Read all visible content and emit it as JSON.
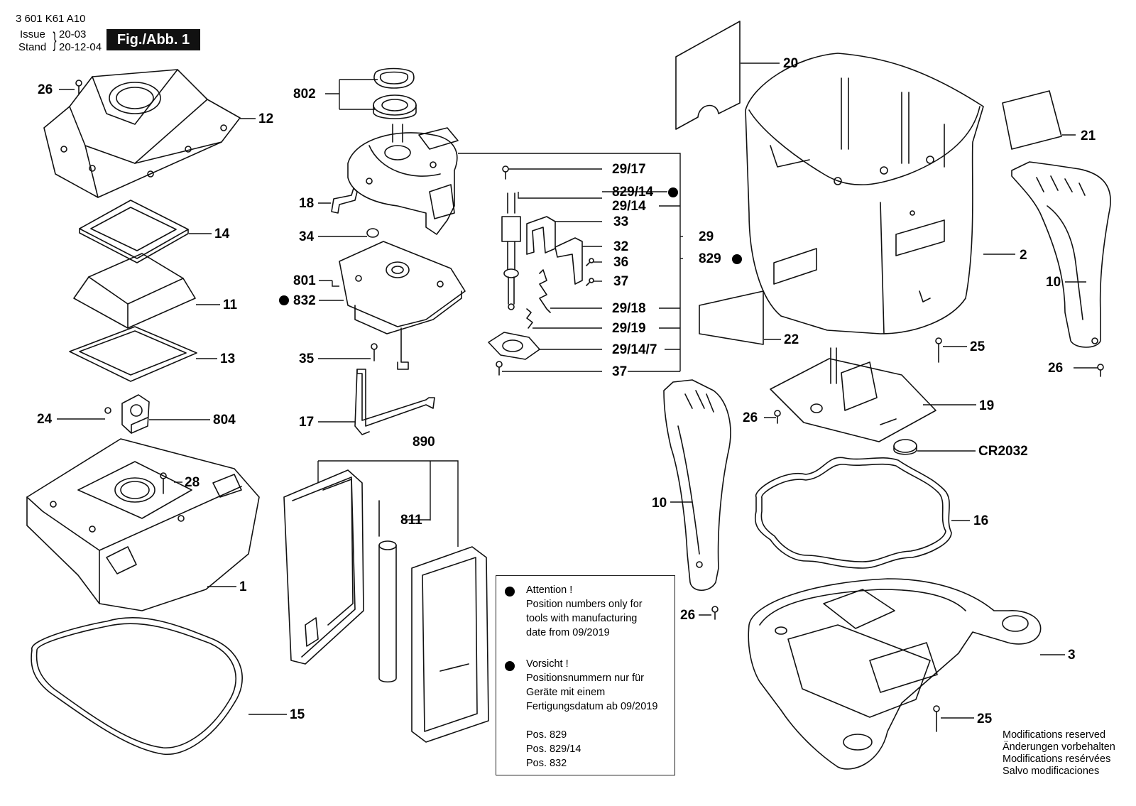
{
  "header": {
    "part_number": "3 601 K61 A10",
    "issue_label": "Issue",
    "issue_value": "20-03",
    "stand_label": "Stand",
    "stand_value": "20-12-04",
    "figure": "Fig./Abb. 1"
  },
  "labels": {
    "l26a": "26",
    "l12": "12",
    "l14": "14",
    "l11": "11",
    "l13": "13",
    "l24": "24",
    "l804": "804",
    "l28": "28",
    "l1": "1",
    "l15": "15",
    "l802": "802",
    "l18": "18",
    "l34": "34",
    "l801": "801",
    "l832": "832",
    "l35": "35",
    "l17": "17",
    "l890": "890",
    "l811": "811",
    "l29_17": "29/17",
    "l829_14": "829/14",
    "l29_14": "29/14",
    "l33": "33",
    "l32": "32",
    "l36": "36",
    "l37a": "37",
    "l29_18": "29/18",
    "l29_19": "29/19",
    "l29_14_7": "29/14/7",
    "l37b": "37",
    "l29": "29",
    "l829": "829",
    "l20": "20",
    "l21": "21",
    "l2": "2",
    "l10a": "10",
    "l25a": "25",
    "l26b": "26",
    "l22": "22",
    "l26c": "26",
    "l19": "19",
    "lcr": "CR2032",
    "l16": "16",
    "l10b": "10",
    "l26d": "26",
    "l3": "3",
    "l25b": "25"
  },
  "notice": {
    "attention_title": "Attention !",
    "attention_lines": [
      "Position numbers only for",
      "tools with manufacturing",
      "date from 09/2019"
    ],
    "vorsicht_title": "Vorsicht !",
    "vorsicht_lines": [
      "Positionsnummern nur für",
      "Geräte mit einem",
      "Fertigungsdatum ab 09/2019"
    ],
    "positions": [
      "Pos. 829",
      "Pos. 829/14",
      "Pos. 832"
    ]
  },
  "modifications": [
    "Modifications reserved",
    "Änderungen vorbehalten",
    "Modifications resérvées",
    "Salvo modificaciones"
  ]
}
